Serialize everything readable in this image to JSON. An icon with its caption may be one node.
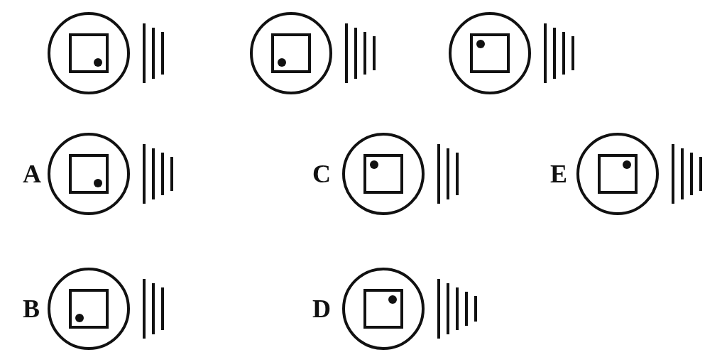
{
  "diagram": {
    "labels": [
      "A",
      "C",
      "E",
      "B",
      "D"
    ]
  }
}
